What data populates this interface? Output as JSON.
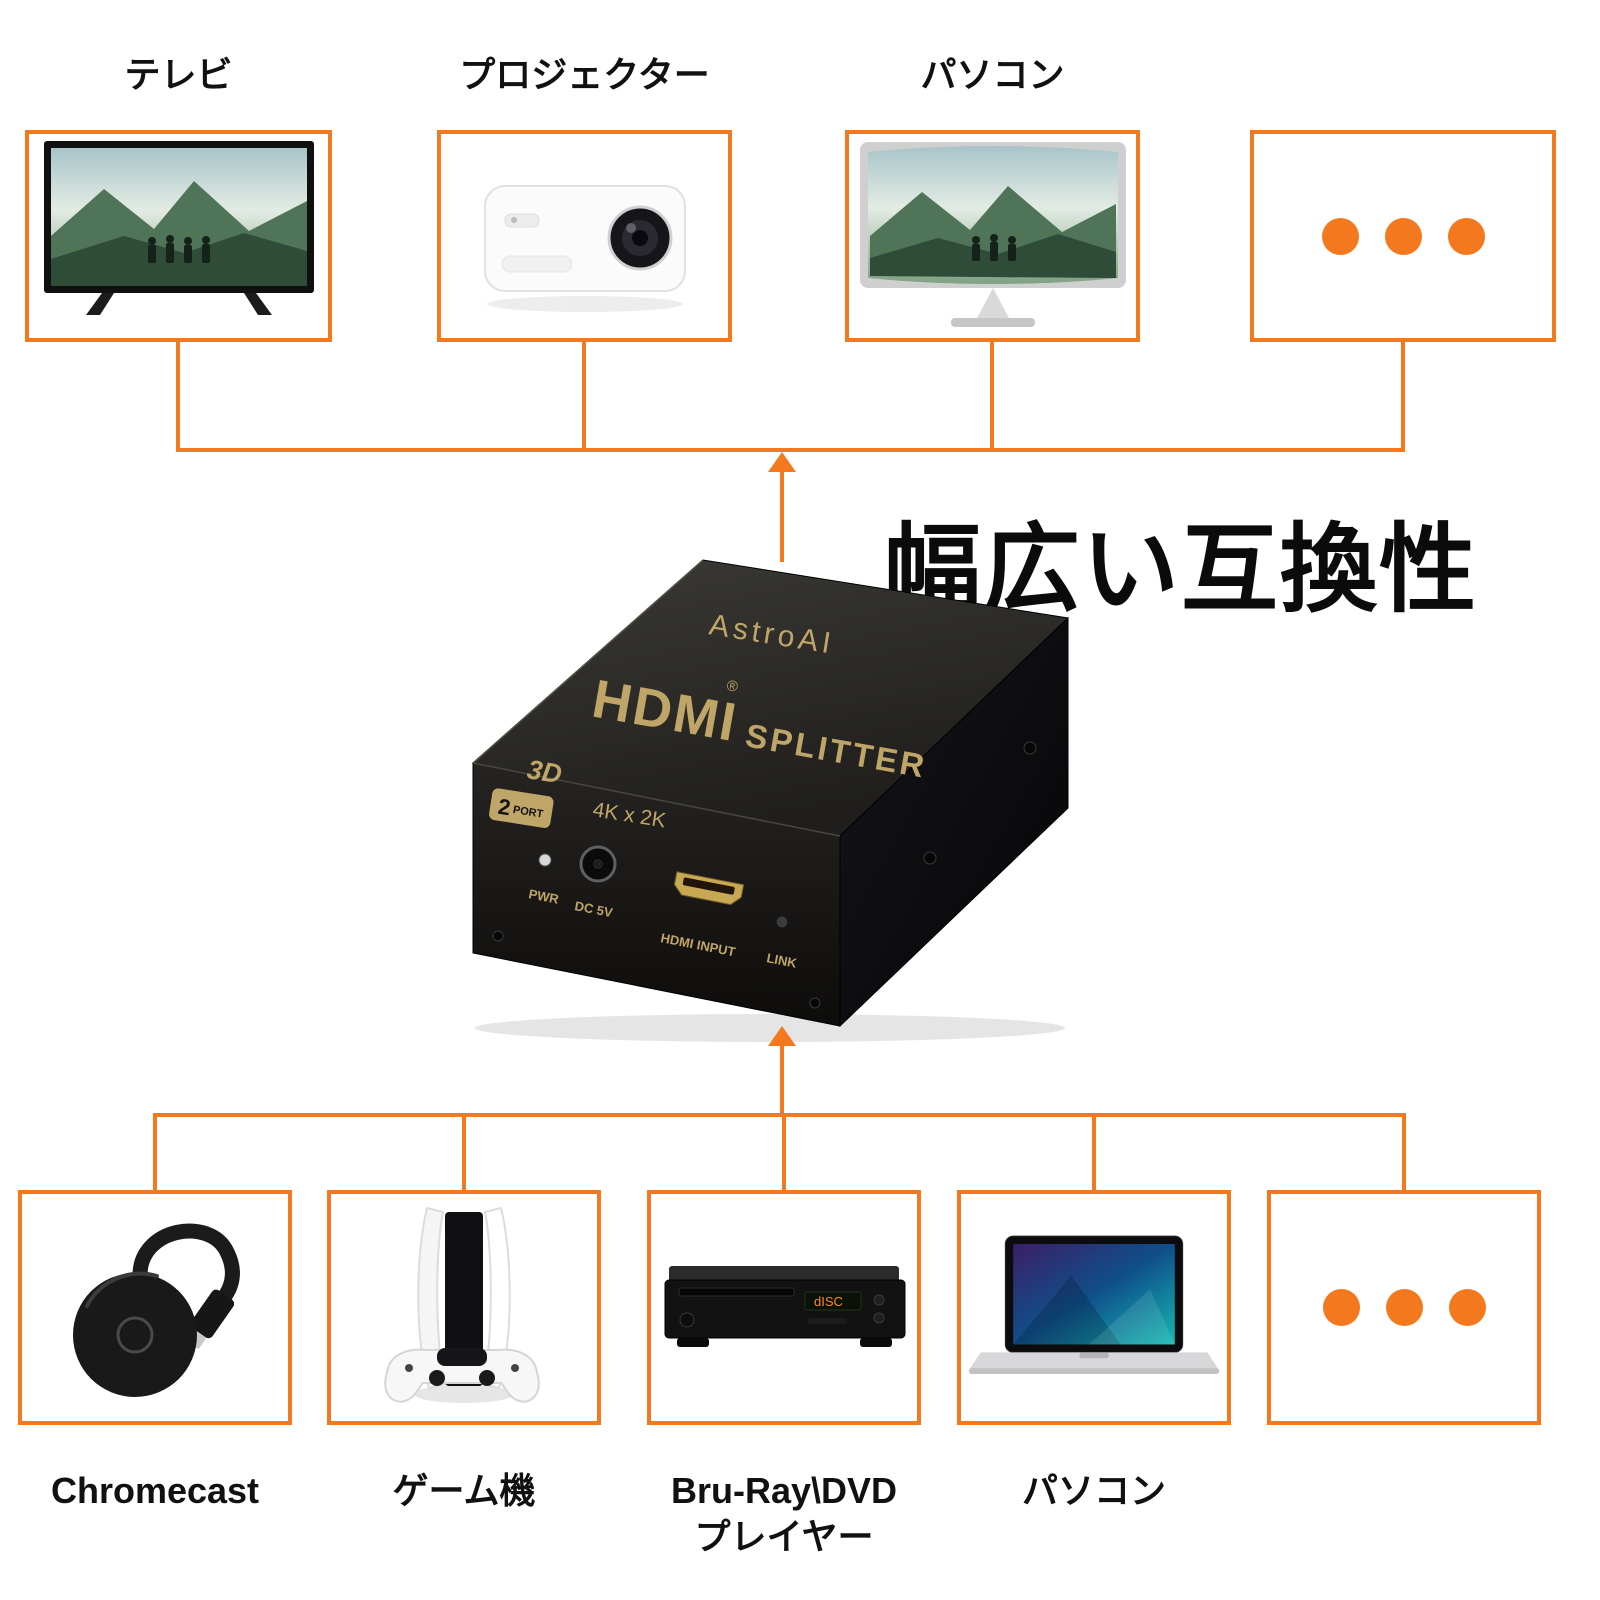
{
  "title": "幅広い互換性",
  "colors": {
    "accent": "#f4791e",
    "gold": "#bfa567"
  },
  "top_devices": [
    {
      "label": "テレビ",
      "icon": "tv"
    },
    {
      "label": "プロジェクター",
      "icon": "projector"
    },
    {
      "label": "パソコン",
      "icon": "curved-monitor"
    },
    {
      "label": "",
      "icon": "ellipsis"
    }
  ],
  "bottom_devices": [
    {
      "label": "Chromecast",
      "icon": "chromecast"
    },
    {
      "label": "ゲーム機",
      "icon": "game-console"
    },
    {
      "label": "Bru-Ray\\DVD",
      "label2": "プレイヤー",
      "icon": "dvd-player",
      "display_text": "dISC"
    },
    {
      "label": "パソコン",
      "icon": "laptop"
    },
    {
      "label": "",
      "icon": "ellipsis"
    }
  ],
  "splitter": {
    "brand": "AstroAI",
    "logo_hdmi": "HDMI",
    "reg_mark": "®",
    "product": "SPLITTER",
    "badge_3d": "3D",
    "ports_number": "2",
    "ports_text": "PORT",
    "resolution": "4K x 2K",
    "port_labels": {
      "pwr": "PWR",
      "dc": "DC 5V",
      "input": "HDMI INPUT",
      "link": "LINK"
    }
  }
}
